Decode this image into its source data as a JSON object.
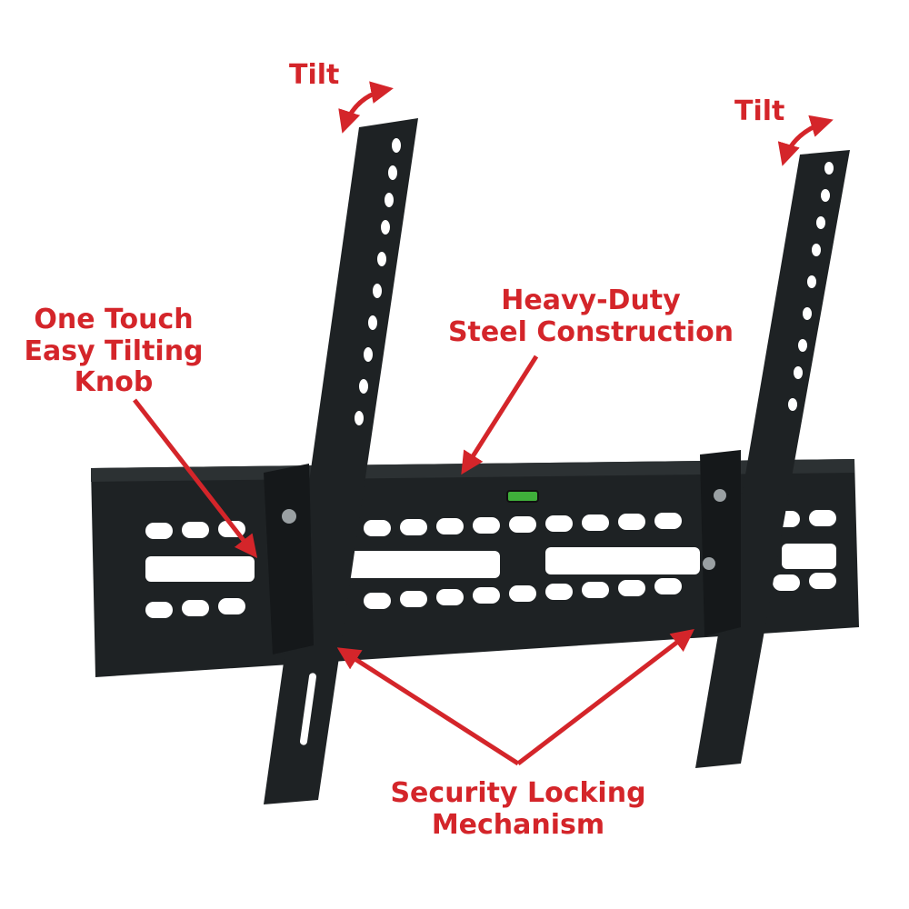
{
  "labels": {
    "tilt_left": "Tilt",
    "tilt_right": "Tilt",
    "heavy_duty_line1": "Heavy-Duty",
    "heavy_duty_line2": "Steel Construction",
    "knob_line1": "One Touch",
    "knob_line2": "Easy Tilting",
    "knob_line3": "Knob",
    "security_line1": "Security Locking",
    "security_line2": "Mechanism"
  },
  "colors": {
    "annotation_red": "#d4252a",
    "steel_black": "#1e2224",
    "bubble_level_green": "#3fae3a",
    "background": "#ffffff"
  },
  "product": {
    "description": "Tilting TV wall mount bracket with two vertical arms and a horizontal wall plate"
  }
}
